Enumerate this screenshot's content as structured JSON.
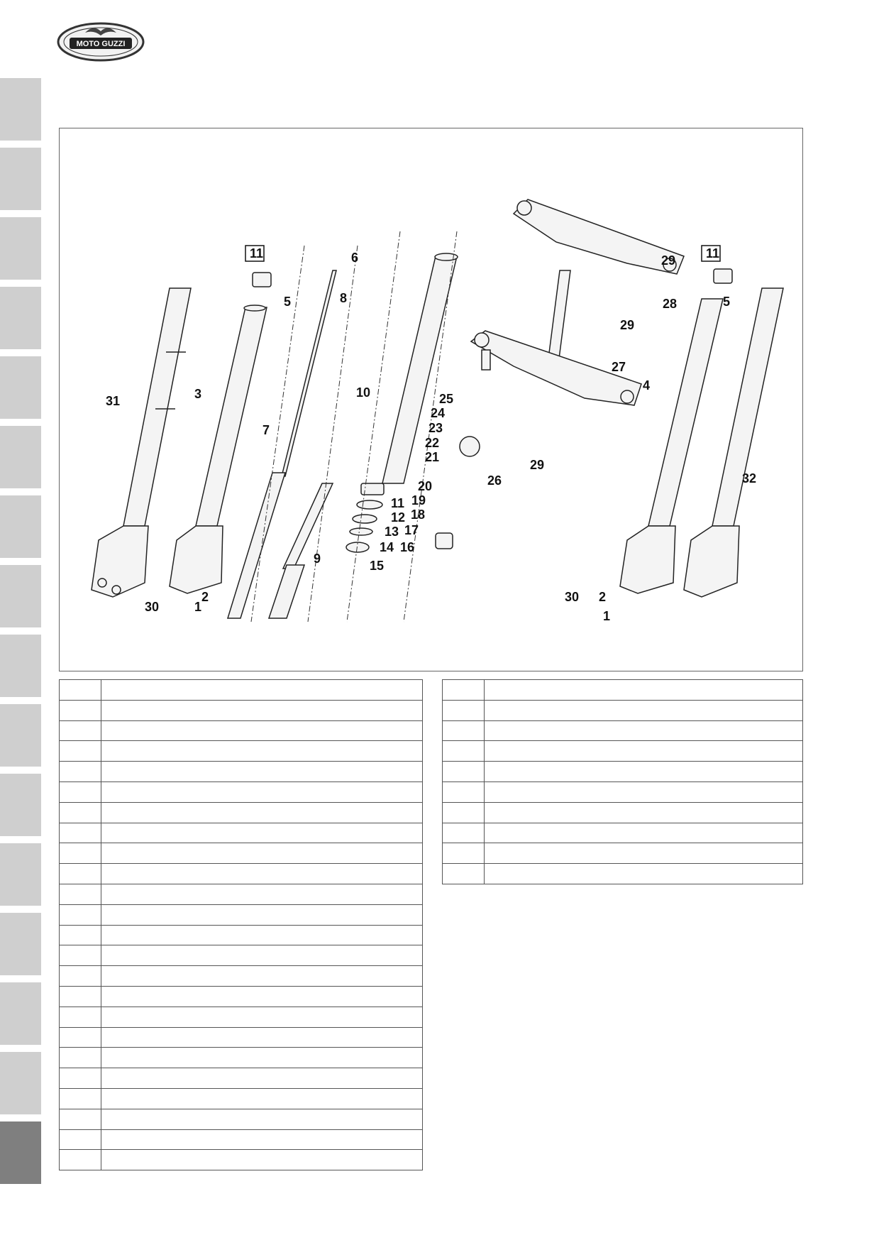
{
  "brand": {
    "logo_text": "MOTO GUZZI"
  },
  "side_tabs": {
    "count": 16,
    "active_index": 15
  },
  "diagram": {
    "callouts": [
      "1",
      "2",
      "3",
      "4",
      "5",
      "6",
      "7",
      "8",
      "9",
      "10",
      "11",
      "12",
      "13",
      "14",
      "15",
      "16",
      "17",
      "18",
      "19",
      "20",
      "21",
      "22",
      "23",
      "24",
      "25",
      "26",
      "27",
      "28",
      "29",
      "30",
      "31",
      "32"
    ],
    "boxed_callout": "11"
  },
  "tables": {
    "left": {
      "rows": 24
    },
    "right": {
      "rows": 10
    }
  }
}
